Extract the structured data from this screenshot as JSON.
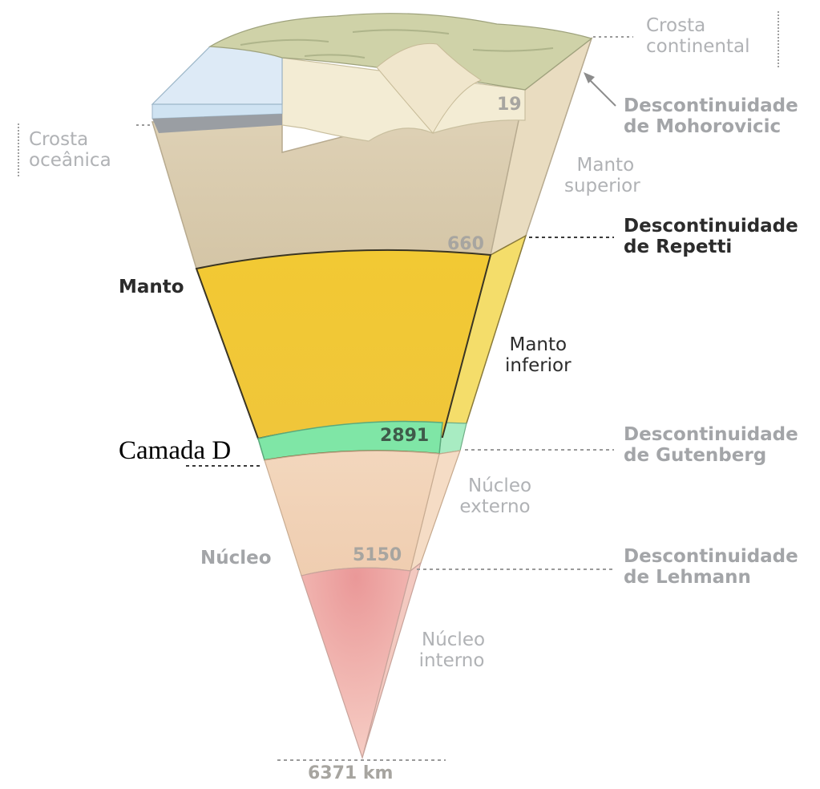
{
  "labels": {
    "crosta_continental": [
      "Crosta",
      "continental"
    ],
    "crosta_oceanica": [
      "Crosta",
      "oceânica"
    ],
    "moho": [
      "Descontinuidade",
      "de Mohorovicic"
    ],
    "manto_superior": [
      "Manto",
      "superior"
    ],
    "repetti": [
      "Descontinuidade",
      "de Repetti"
    ],
    "manto": "Manto",
    "manto_inferior": [
      "Manto",
      "inferior"
    ],
    "camada_d": "Camada D",
    "gutenberg": [
      "Descontinuidade",
      "de Gutenberg"
    ],
    "nucleo_externo": [
      "Núcleo",
      "externo"
    ],
    "nucleo": "Núcleo",
    "lehmann": [
      "Descontinuidade",
      "de Lehmann"
    ],
    "nucleo_interno": [
      "Núcleo",
      "interno"
    ]
  },
  "depths": {
    "d19": "19",
    "d660": "660",
    "d2891": "2891",
    "d5150": "5150",
    "d6371": "6371 km"
  },
  "colors": {
    "crust_continental": "#f2ead0",
    "ocean": "#cfe3f2",
    "upper_mantle": "#dccdb0",
    "lower_mantle": "#f2cc3a",
    "layer_d": "#7fe6a6",
    "outer_core": "#f0d0b4",
    "inner_core": "#eeaaa5"
  }
}
